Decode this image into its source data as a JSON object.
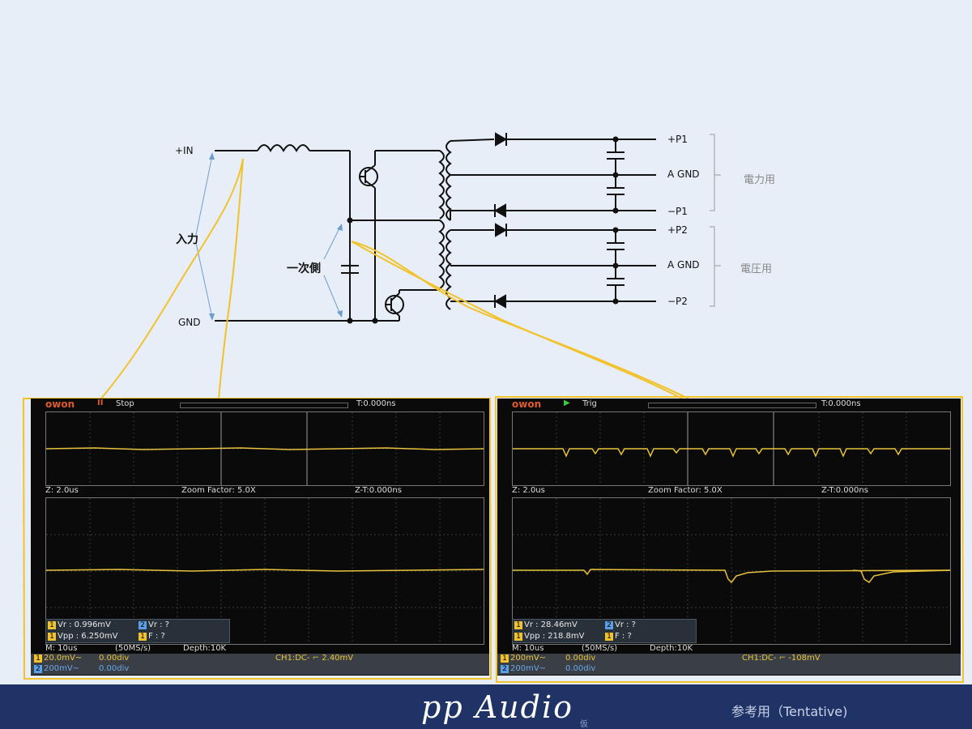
{
  "circuit": {
    "input_plus": "+IN",
    "input_gnd": "GND",
    "input_label": "入力",
    "primary_label": "一次側",
    "out1_plus": "+P1",
    "out1_gnd": "A GND",
    "out1_minus": "−P1",
    "out2_plus": "+P2",
    "out2_gnd": "A GND",
    "out2_minus": "−P2",
    "group1_label": "電力用",
    "group2_label": "電圧用"
  },
  "scopes": [
    {
      "brand": "owon",
      "state_icon": "pause-icon",
      "state": "Stop",
      "trigger_time": "T:0.000ns",
      "zoom_timebase": "Z: 2.0us",
      "zoom_factor": "Zoom Factor: 5.0X",
      "zoom_time": "Z-T:0.000ns",
      "meas": {
        "ch1_vr": "Vr : 0.996mV",
        "ch2_vr": "Vr :     ?",
        "ch1_vpp": "Vpp : 6.250mV",
        "ch1_f": "F :     ?"
      },
      "timebase": "M: 10us",
      "sample_rate": "(50MS/s)",
      "depth": "Depth:10K",
      "ch1_scale": "20.0mV~",
      "ch1_offset": "0.00div",
      "ch2_scale": "200mV~",
      "ch2_offset": "0.00div",
      "trigger": "CH1:DC-",
      "trigger_level": "2.40mV"
    },
    {
      "brand": "owon",
      "state_icon": "play-icon",
      "state": "Trig",
      "trigger_time": "T:0.000ns",
      "zoom_timebase": "Z: 2.0us",
      "zoom_factor": "Zoom Factor: 5.0X",
      "zoom_time": "Z-T:0.000ns",
      "meas": {
        "ch1_vr": "Vr : 28.46mV",
        "ch2_vr": "Vr :     ?",
        "ch1_vpp": "Vpp : 218.8mV",
        "ch1_f": "F :     ?"
      },
      "timebase": "M: 10us",
      "sample_rate": "(50MS/s)",
      "depth": "Depth:10K",
      "ch1_scale": "200mV~",
      "ch1_offset": "0.00div",
      "ch2_scale": "200mV~",
      "ch2_offset": "0.00div",
      "trigger": "CH1:DC-",
      "trigger_level": "-108mV"
    }
  ],
  "footer": {
    "brand": "pp Audio",
    "brand_suffix": "仮",
    "note": "参考用（Tentative)"
  },
  "colors": {
    "footer_bg": "#1f3366",
    "trace": "#e8c23a",
    "callout": "#f2c22a",
    "background": "#e8eef7"
  }
}
